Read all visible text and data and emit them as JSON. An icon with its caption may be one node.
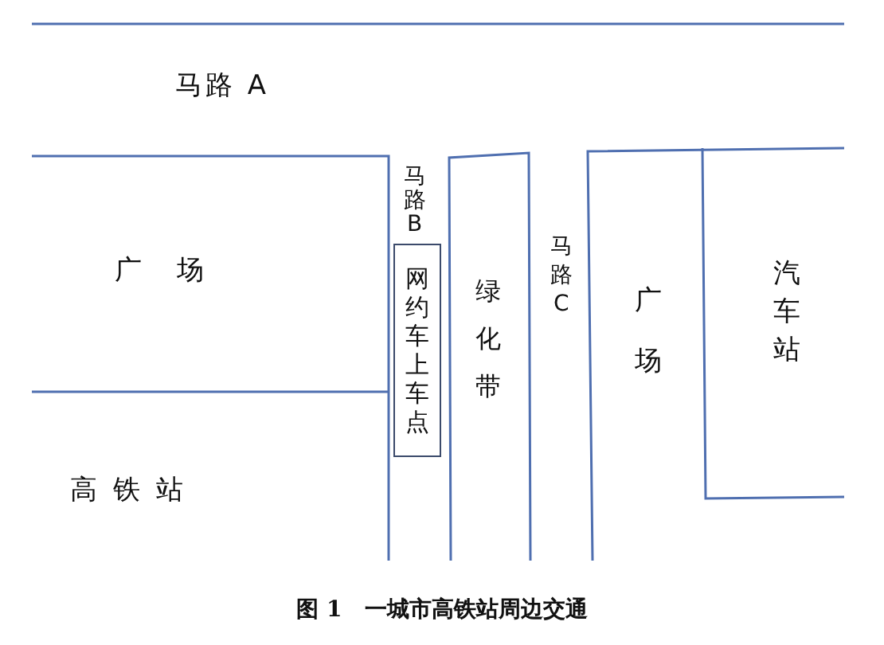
{
  "diagram": {
    "caption": "图 1　一城市高铁站周边交通",
    "nodes": [
      {
        "text": [
          "网约车上车点"
        ]
      }
    ],
    "edges": [],
    "labels": [
      "马路 A",
      "广场",
      "马路B",
      "绿化带",
      "马路C",
      "广场",
      "汽车站",
      "高铁站"
    ]
  }
}
